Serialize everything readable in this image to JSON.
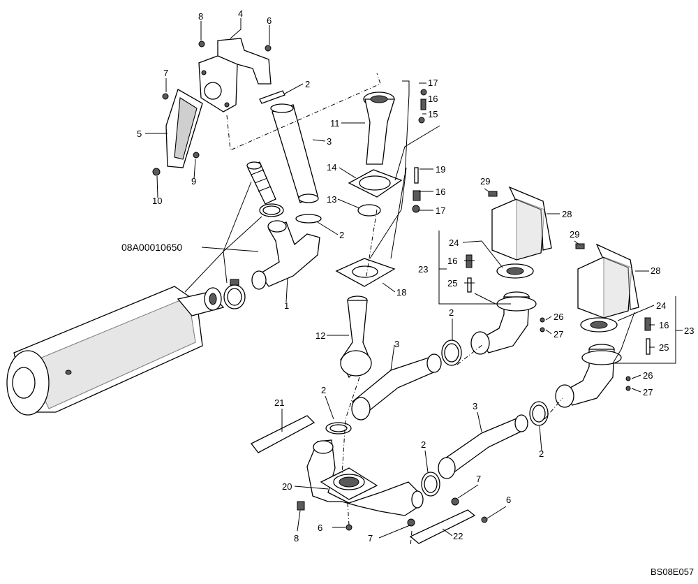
{
  "diagram": {
    "callouts": {
      "c1": "1",
      "c2a": "2",
      "c2b": "2",
      "c2c": "2",
      "c2d": "2",
      "c2e": "2",
      "c2f": "2",
      "c3a": "3",
      "c3b": "3",
      "c3c": "3",
      "c4": "4",
      "c5": "5",
      "c6a": "6",
      "c6b": "6",
      "c6c": "6",
      "c7a": "7",
      "c7b": "7",
      "c7c": "7",
      "c8a": "8",
      "c8b": "8",
      "c9": "9",
      "c10": "10",
      "c11": "11",
      "c12": "12",
      "c13": "13",
      "c14": "14",
      "c15": "15",
      "c16a": "16",
      "c16b": "16",
      "c16c": "16",
      "c16d": "16",
      "c17a": "17",
      "c17b": "17",
      "c18": "18",
      "c19": "19",
      "c20": "20",
      "c21": "21",
      "c22": "22",
      "c23a": "23",
      "c23b": "23",
      "c24a": "24",
      "c24b": "24",
      "c25a": "25",
      "c25b": "25",
      "c26a": "26",
      "c26b": "26",
      "c27a": "27",
      "c27b": "27",
      "c28a": "28",
      "c28b": "28",
      "c29a": "29",
      "c29b": "29"
    },
    "part_number": "08A00010650",
    "figure_code": "BS08E057"
  }
}
